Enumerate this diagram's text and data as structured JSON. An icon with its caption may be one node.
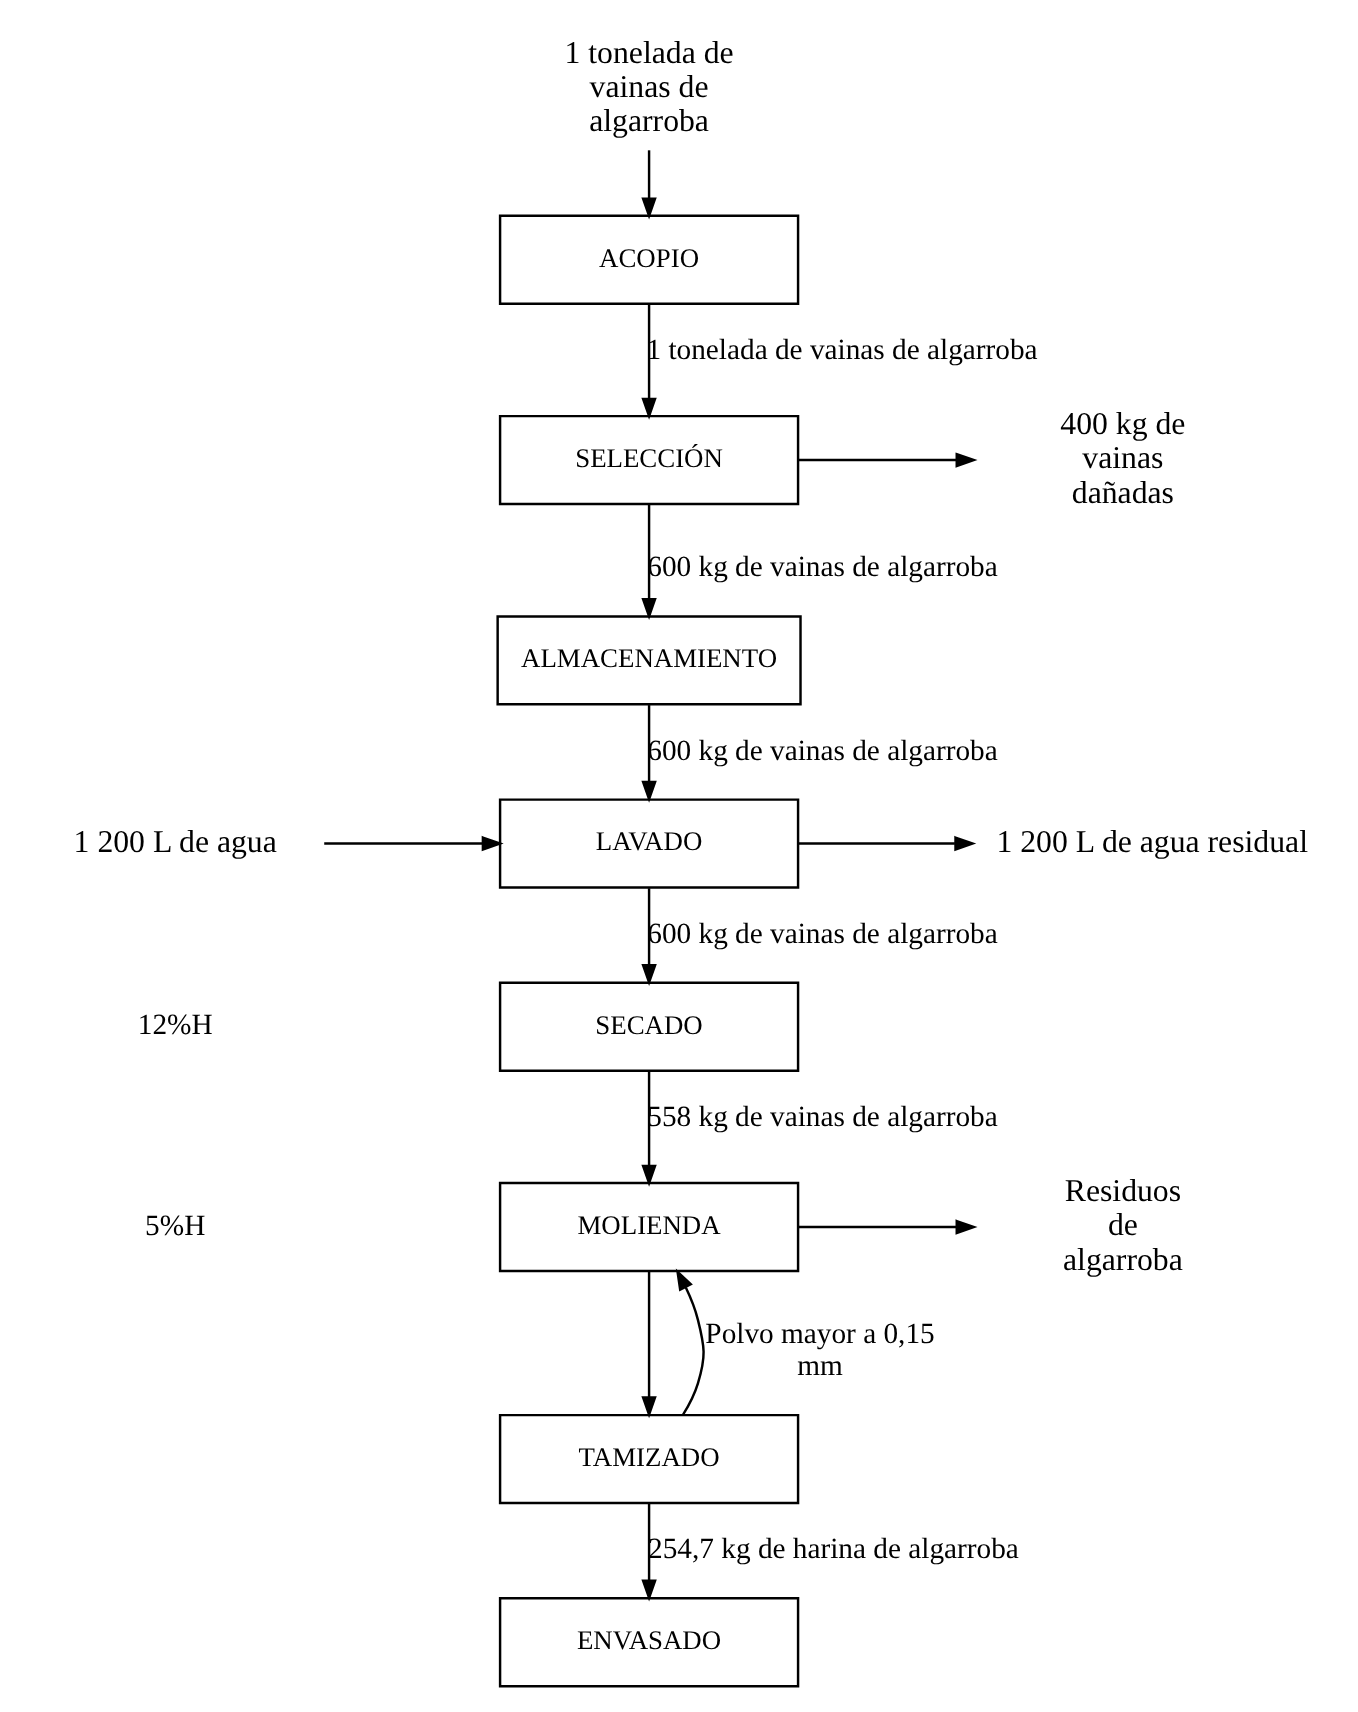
{
  "diagram": {
    "nodes": [
      {
        "text": [
          "1 tonelada de vainas de algarroba"
        ]
      },
      {
        "text": [
          "ACOPIO"
        ]
      },
      {
        "text": [
          "SELECCIÓN"
        ]
      },
      {
        "text": [
          "400 kg de vainas dañadas"
        ]
      },
      {
        "text": [
          "ALMACENAMIENTO"
        ]
      },
      {
        "text": [
          "1 200 L de agua"
        ]
      },
      {
        "text": [
          "LAVADO"
        ]
      },
      {
        "text": [
          "1 200 L de agua residual"
        ]
      },
      {
        "text": [
          "SECADO"
        ]
      },
      {
        "text": [
          "MOLIENDA"
        ]
      },
      {
        "text": [
          "Residuos de algarroba"
        ]
      },
      {
        "text": [
          "TAMIZADO"
        ]
      },
      {
        "text": [
          "ENVASADO"
        ]
      }
    ],
    "edges": [
      {
        "from": 0,
        "to": 1,
        "arrow": "to"
      },
      {
        "from": 1,
        "to": 2,
        "arrow": "to",
        "label": "1 tonelada de vainas de algarroba"
      },
      {
        "from": 2,
        "to": 3,
        "arrow": "to"
      },
      {
        "from": 2,
        "to": 4,
        "arrow": "to",
        "label": "600 kg de vainas de algarroba"
      },
      {
        "from": 4,
        "to": 6,
        "arrow": "to",
        "label": "600 kg de vainas de algarroba"
      },
      {
        "from": 5,
        "to": 6,
        "arrow": "to"
      },
      {
        "from": 6,
        "to": 7,
        "arrow": "to"
      },
      {
        "from": 6,
        "to": 8,
        "arrow": "to",
        "label": "600 kg de vainas de algarroba"
      },
      {
        "from": 8,
        "to": 9,
        "arrow": "to",
        "label": "558 kg de vainas de algarroba"
      },
      {
        "from": 9,
        "to": 10,
        "arrow": "to"
      },
      {
        "from": 9,
        "to": 11,
        "arrow": "to"
      },
      {
        "from": 11,
        "to": 9,
        "arrow": "to",
        "label": "Polvo mayor a 0,15 mm"
      },
      {
        "from": 11,
        "to": 12,
        "arrow": "to",
        "label": "254,7 kg de harina de algarroba"
      }
    ],
    "labels": [
      "12%H",
      "5%H"
    ]
  }
}
